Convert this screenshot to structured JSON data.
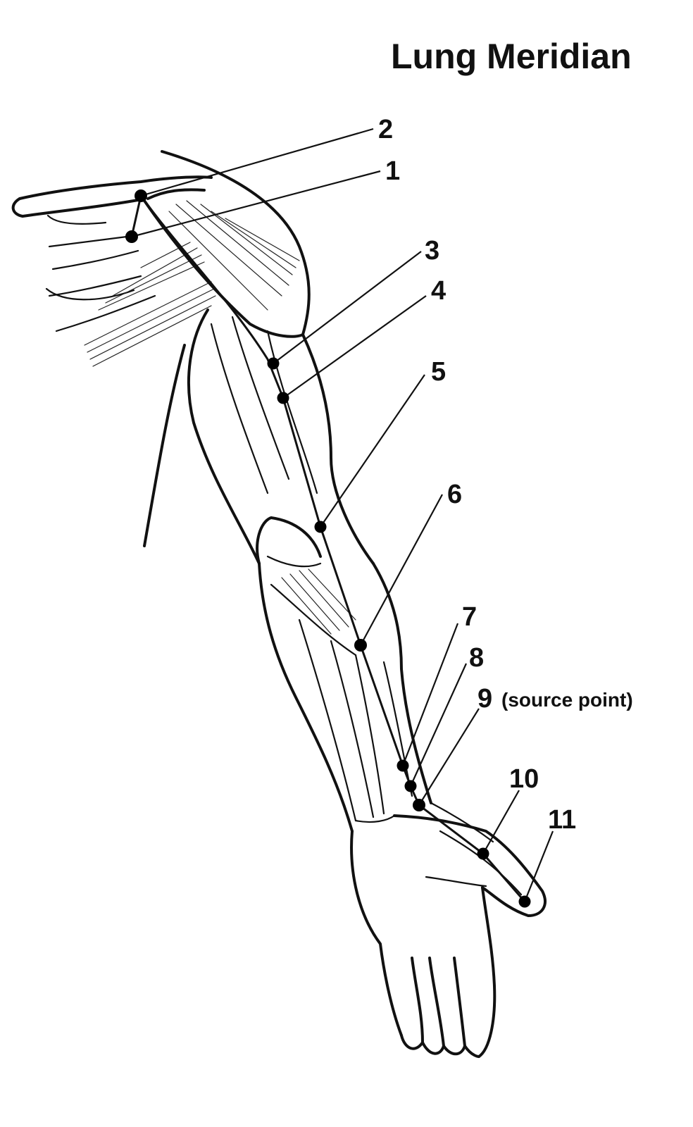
{
  "title": "Lung Meridian",
  "points": [
    {
      "label": "1"
    },
    {
      "label": "2"
    },
    {
      "label": "3"
    },
    {
      "label": "4"
    },
    {
      "label": "5"
    },
    {
      "label": "6"
    },
    {
      "label": "7"
    },
    {
      "label": "8"
    },
    {
      "label": "9",
      "note": "(source point)"
    },
    {
      "label": "10"
    },
    {
      "label": "11"
    }
  ]
}
